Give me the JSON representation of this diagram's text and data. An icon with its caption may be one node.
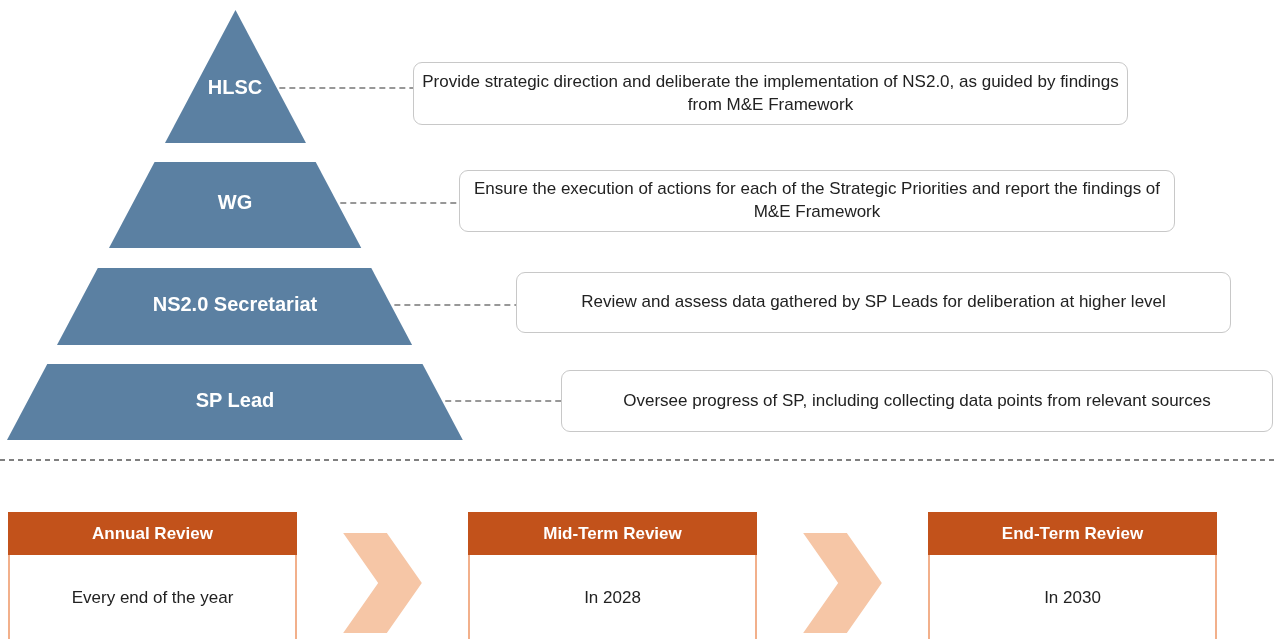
{
  "diagram": {
    "nodes": [
      {
        "text": [
          "HLSC"
        ]
      },
      {
        "text": [
          "Provide strategic direction and deliberate the implementation of NS2.0, as guided by findings from M&E Framework"
        ]
      },
      {
        "text": [
          "WG"
        ]
      },
      {
        "text": [
          "Ensure the execution of actions for each of the Strategic Priorities and report the findings of M&E Framework"
        ]
      },
      {
        "text": [
          "NS2.0 Secretariat"
        ]
      },
      {
        "text": [
          "Review and assess data gathered by SP Leads for deliberation at higher level"
        ]
      },
      {
        "text": [
          "SP Lead"
        ]
      },
      {
        "text": [
          "Oversee progress of SP, including collecting data points from relevant sources"
        ]
      },
      {
        "text": [
          "Annual Review",
          "Every end of the year"
        ]
      },
      {
        "text": [
          "Mid-Term Review",
          "In 2028"
        ]
      },
      {
        "text": [
          "End-Term Review",
          "In 2030"
        ]
      }
    ],
    "edges": [
      {
        "from": 0,
        "to": 1,
        "arrow": "none",
        "style": "dashed"
      },
      {
        "from": 2,
        "to": 3,
        "arrow": "none",
        "style": "dashed"
      },
      {
        "from": 4,
        "to": 5,
        "arrow": "none",
        "style": "dashed"
      },
      {
        "from": 6,
        "to": 7,
        "arrow": "none",
        "style": "dashed"
      },
      {
        "from": 8,
        "to": 9,
        "arrow": "to",
        "style": "thick",
        "color": "#f6c6a6"
      },
      {
        "from": 9,
        "to": 10,
        "arrow": "to",
        "style": "thick",
        "color": "#f6c6a6"
      }
    ]
  }
}
